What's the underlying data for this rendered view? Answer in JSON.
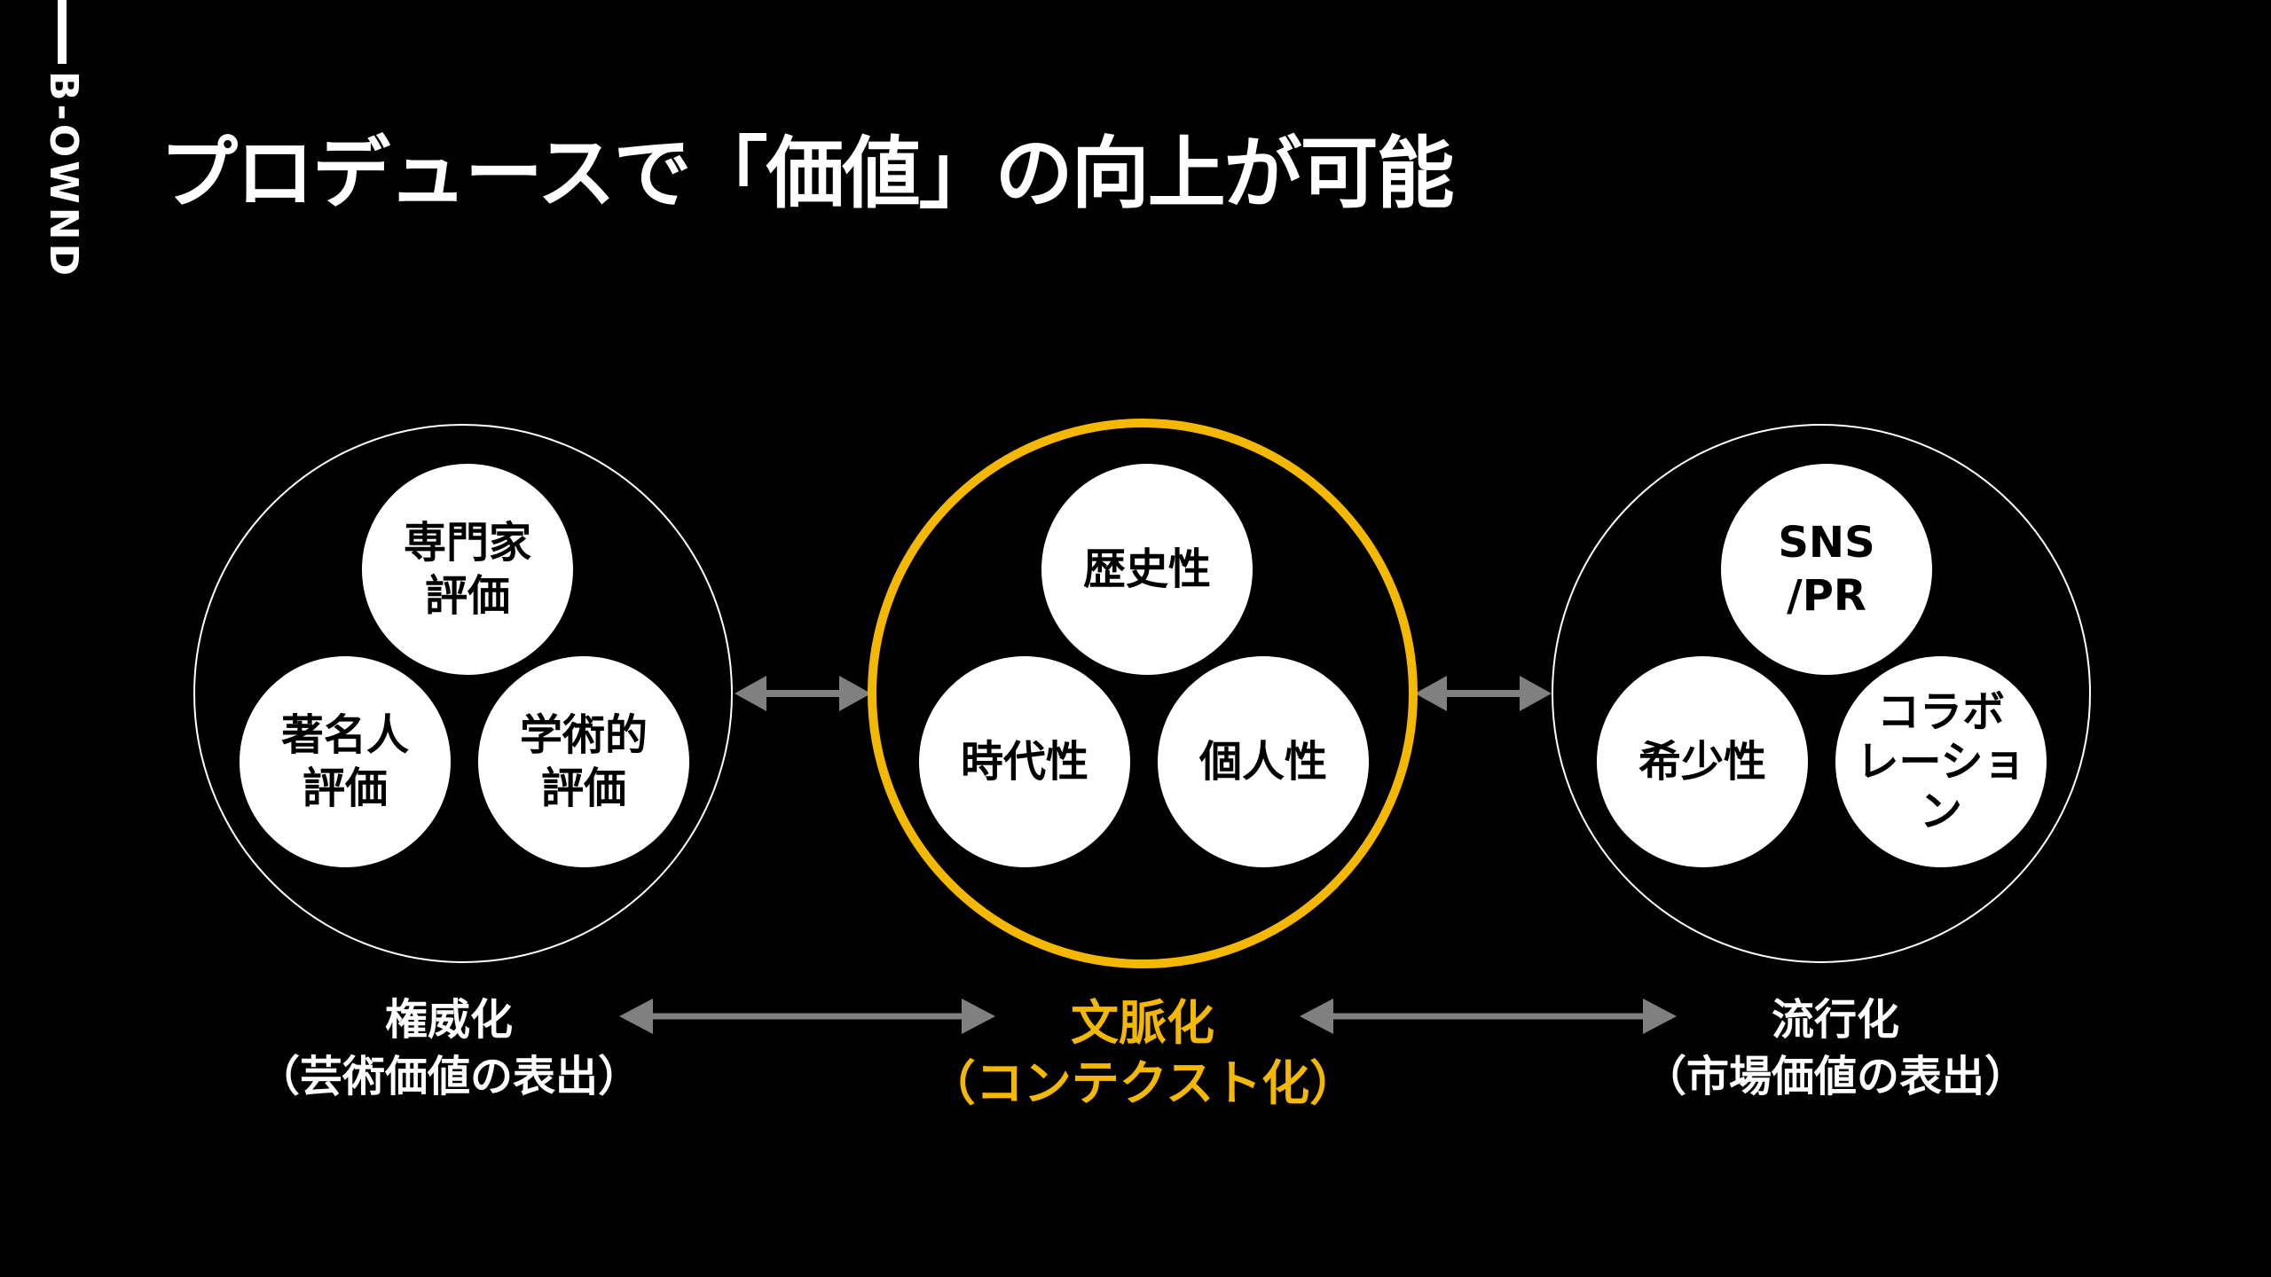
{
  "logo": "B-OWND",
  "title": "プロデュースで「価値」の向上が可能",
  "colors": {
    "accent": "#F5B800",
    "arrow": "#808080"
  },
  "groups": [
    {
      "items": [
        "専門家\n評価",
        "著名人\n評価",
        "学術的\n評価"
      ],
      "label_line1": "権威化",
      "label_line2": "（芸術価値の表出）"
    },
    {
      "items": [
        "歴史性",
        "時代性",
        "個人性"
      ],
      "label_line1": "文脈化",
      "label_line2": "（コンテクスト化）"
    },
    {
      "items": [
        "SNS\n/PR",
        "希少性",
        "コラボ\nレーショ\nン"
      ],
      "label_line1": "流行化",
      "label_line2": "（市場価値の表出）"
    }
  ]
}
